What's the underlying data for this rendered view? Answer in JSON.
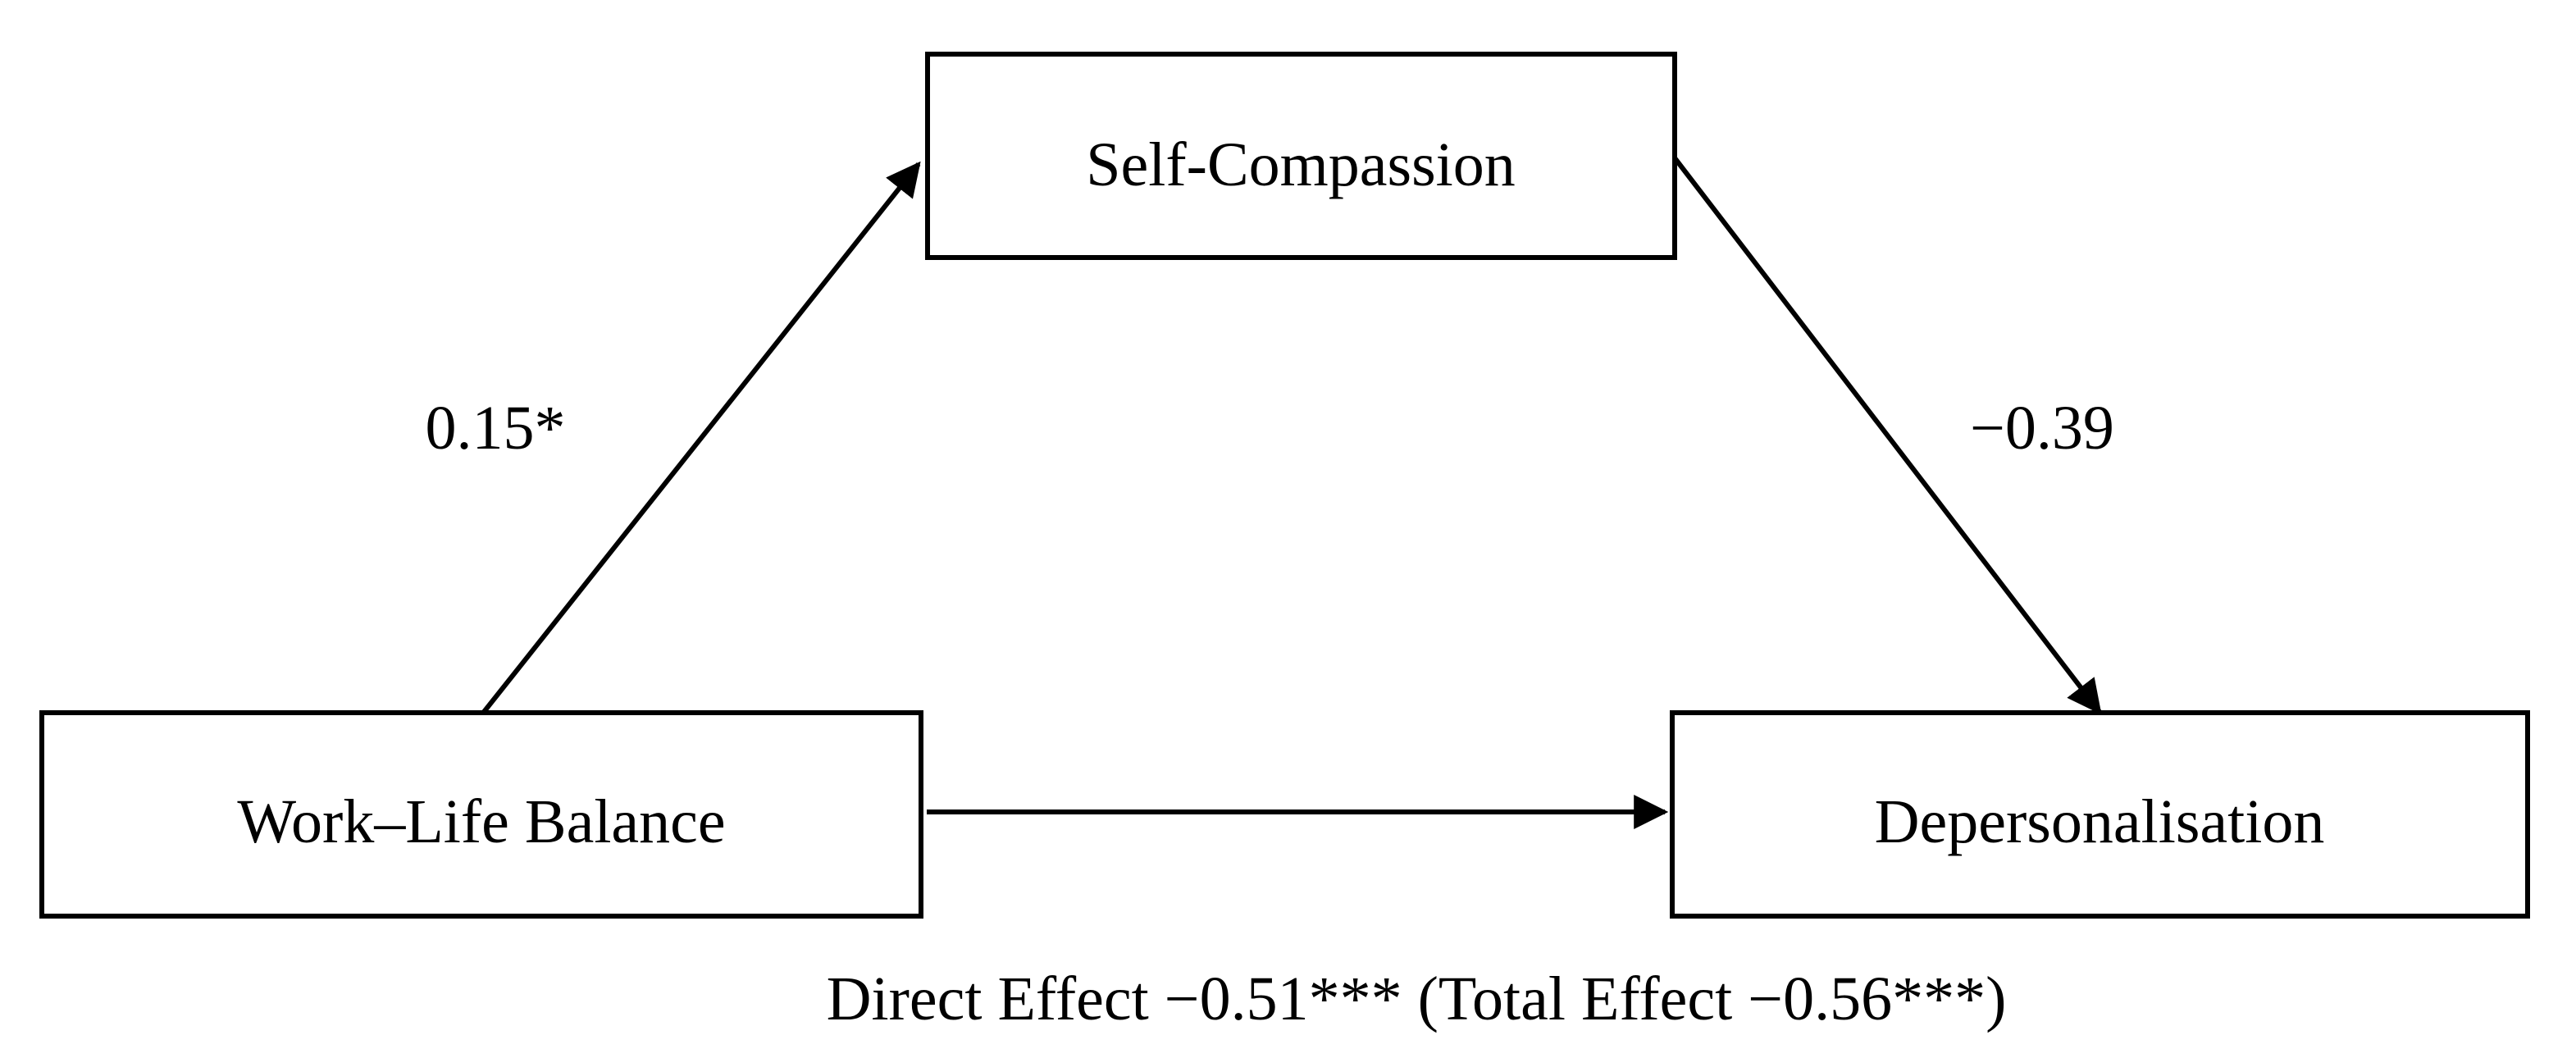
{
  "diagram": {
    "nodes": {
      "mediator": {
        "label": "Self-Compassion"
      },
      "predictor": {
        "label": "Work–Life Balance"
      },
      "outcome": {
        "label": "Depersonalisation"
      }
    },
    "paths": {
      "a": {
        "coefficient": "0.15*"
      },
      "b": {
        "coefficient": "−0.39"
      }
    },
    "effects": {
      "summary": "Direct Effect −0.51*** (Total Effect −0.56***)"
    },
    "colors": {
      "stroke": "#000000",
      "background": "#ffffff"
    }
  }
}
